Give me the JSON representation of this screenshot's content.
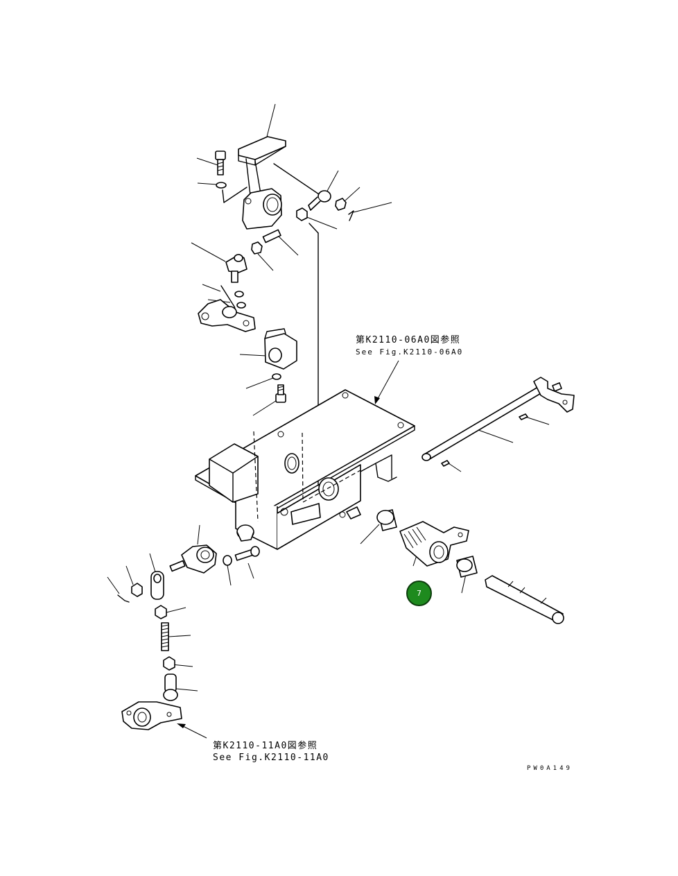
{
  "references": {
    "fig_k2110_06a0_jp": "第K2110-06A0図参照",
    "fig_k2110_06a0_en": "See Fig.K2110-06A0",
    "fig_k2110_11a0_jp": "第K2110-11A0図参照",
    "fig_k2110_11a0_en": "See Fig.K2110-11A0"
  },
  "drawing_code": "PW0A149",
  "callouts": [
    {
      "label": "7",
      "color": "#1e8a1e"
    }
  ]
}
